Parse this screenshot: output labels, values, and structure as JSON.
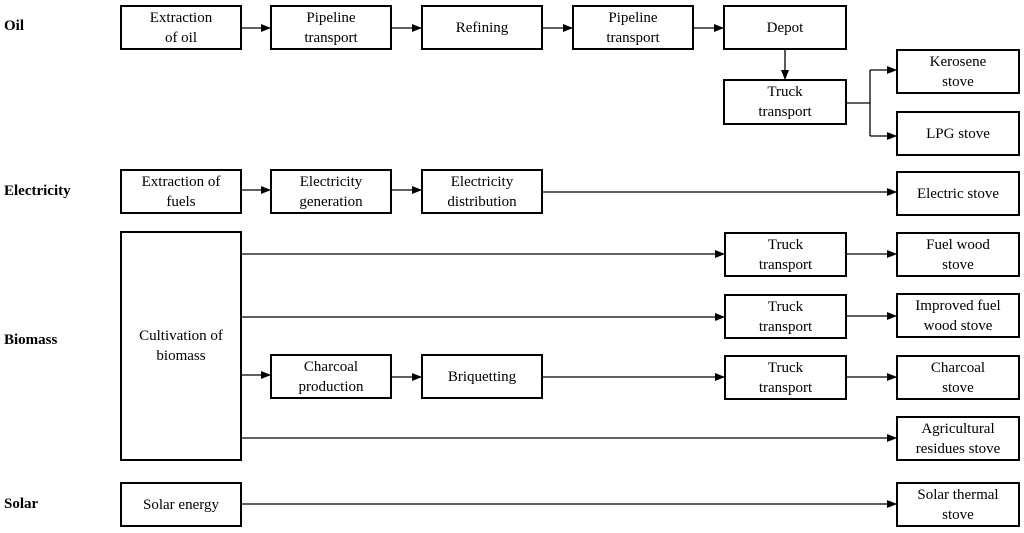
{
  "categories": {
    "oil": "Oil",
    "electricity": "Electricity",
    "biomass": "Biomass",
    "solar": "Solar"
  },
  "nodes": {
    "extraction_oil": "Extraction\nof oil",
    "pipeline_1": "Pipeline\ntransport",
    "refining": "Refining",
    "pipeline_2": "Pipeline\ntransport",
    "depot": "Depot",
    "truck_oil": "Truck\ntransport",
    "kerosene_stove": "Kerosene\nstove",
    "lpg_stove": "LPG stove",
    "extraction_fuels": "Extraction of\nfuels",
    "electricity_generation": "Electricity\ngeneration",
    "electricity_distribution": "Electricity\ndistribution",
    "electric_stove": "Electric stove",
    "cultivation_biomass": "Cultivation of\nbiomass",
    "truck_fuelwood": "Truck\ntransport",
    "fuel_wood_stove": "Fuel wood\nstove",
    "truck_improved": "Truck\ntransport",
    "improved_stove": "Improved fuel\nwood stove",
    "charcoal_production": "Charcoal\nproduction",
    "briquetting": "Briquetting",
    "truck_charcoal": "Truck\ntransport",
    "charcoal_stove": "Charcoal\nstove",
    "agri_stove": "Agricultural\nresidues stove",
    "solar_energy": "Solar energy",
    "solar_thermal_stove": "Solar thermal\nstove"
  }
}
